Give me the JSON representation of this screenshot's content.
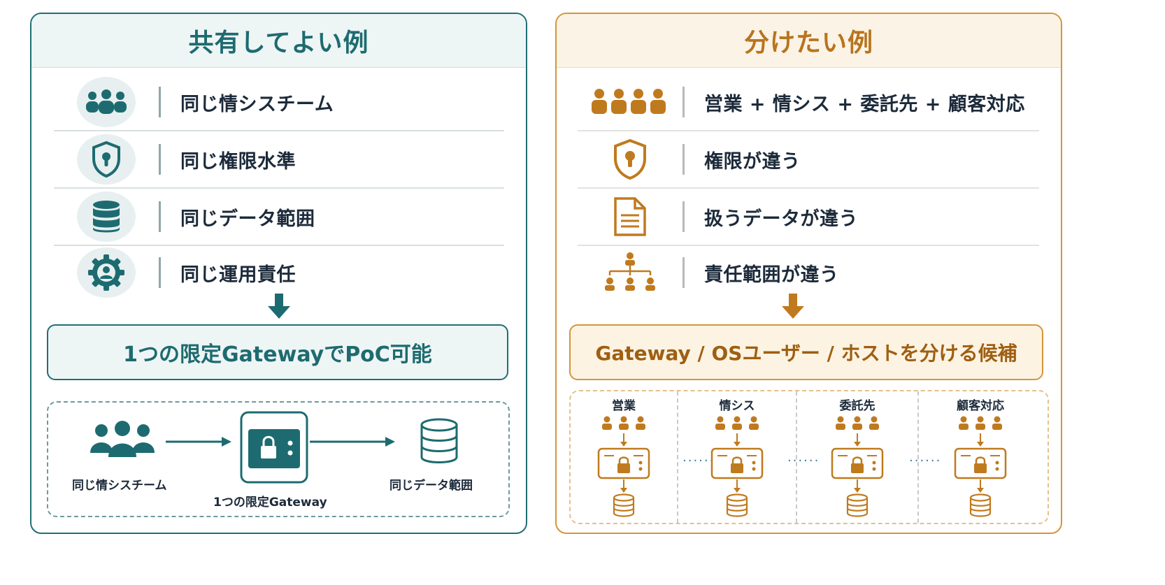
{
  "left": {
    "title": "共有してよい例",
    "rows": [
      {
        "icon": "team-icon",
        "label": "同じ情シスチーム"
      },
      {
        "icon": "shield-lock-icon",
        "label": "同じ権限水準"
      },
      {
        "icon": "database-icon",
        "label": "同じデータ範囲"
      },
      {
        "icon": "gear-person-icon",
        "label": "同じ運用責任"
      }
    ],
    "result": "1つの限定GatewayでPoC可能",
    "flow": {
      "source": "同じ情シスチーム",
      "gateway": "1つの限定Gateway",
      "target": "同じデータ範囲"
    }
  },
  "right": {
    "title": "分けたい例",
    "rows": [
      {
        "icon": "people-group-icon",
        "label": "営業 + 情シス + 委託先 + 顧客対応"
      },
      {
        "icon": "shield-lock-icon",
        "label": "権限が違う"
      },
      {
        "icon": "document-icon",
        "label": "扱うデータが違う"
      },
      {
        "icon": "org-chart-icon",
        "label": "責任範囲が違う"
      }
    ],
    "result": "Gateway / OSユーザー / ホストを分ける候補",
    "columns": [
      "営業",
      "情シス",
      "委託先",
      "顧客対応"
    ],
    "separator": "......"
  },
  "colors": {
    "teal": "#1d6b70",
    "orange": "#c07a1e",
    "text": "#1c2a3a"
  }
}
